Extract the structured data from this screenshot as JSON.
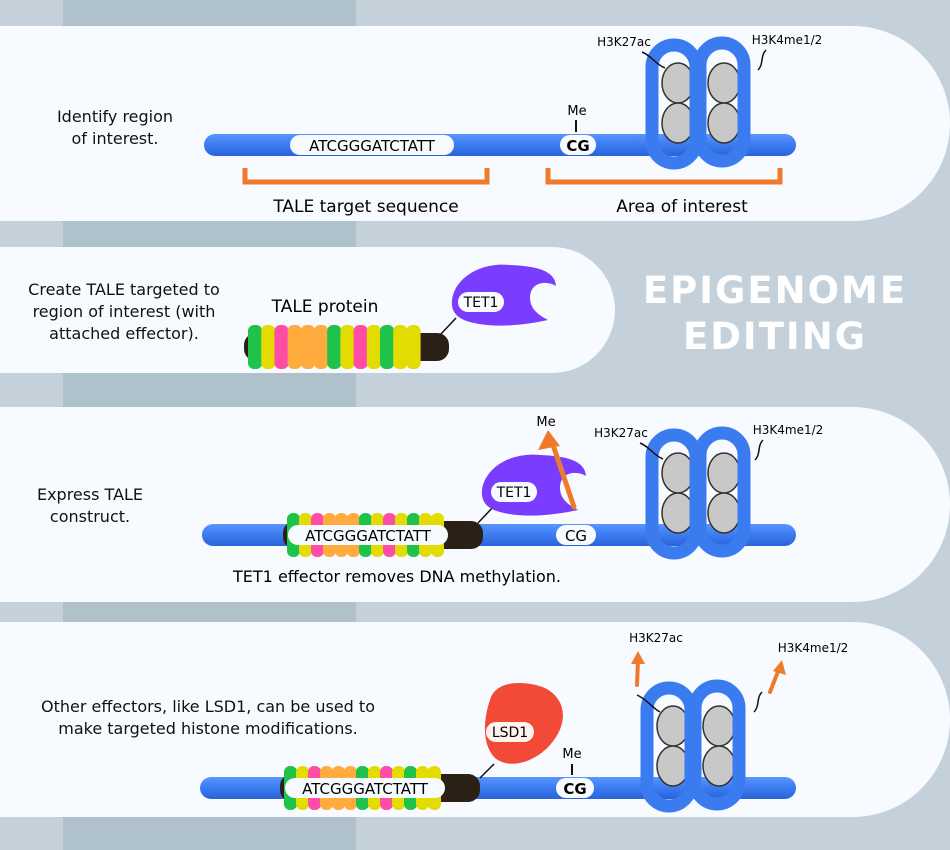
{
  "title": {
    "line1": "EPIGENOME",
    "line2": "EDITING"
  },
  "colors": {
    "background": "#c4d1da",
    "stripe": "#afc2cb",
    "panel": "#f7fbff",
    "dna": "#3b7bf0",
    "bracket": "#f07a2c",
    "tet1": "#7a3cff",
    "lsd1": "#f24a36",
    "tale_body": "#2a2015",
    "repeat_green": "#1fc24a",
    "repeat_yellow": "#e2dc00",
    "repeat_pink": "#ff4da6",
    "repeat_orange": "#ffab3d",
    "histone": "#c8c8c8",
    "arrow": "#f07a2c"
  },
  "steps": [
    {
      "caption_lines": [
        "Identify region",
        "of interest."
      ],
      "sequence": "ATCGGGATCTATT",
      "cg_label": "CG",
      "me_label": "Me",
      "mark_left": "H3K27ac",
      "mark_right": "H3K4me1/2",
      "bracket_left_label": "TALE target sequence",
      "bracket_right_label": "Area of interest"
    },
    {
      "caption_lines": [
        "Create TALE targeted to",
        "region of interest (with",
        "attached effector)."
      ],
      "protein_label": "TALE protein",
      "effector_label": "TET1",
      "repeat_colors": [
        "green",
        "yellow",
        "pink",
        "orange",
        "orange",
        "orange",
        "green",
        "yellow",
        "pink",
        "yellow",
        "green",
        "yellow",
        "yellow"
      ]
    },
    {
      "caption_lines": [
        "Express TALE",
        "construct."
      ],
      "sequence": "ATCGGGATCTATT",
      "effector_label": "TET1",
      "cg_label": "CG",
      "removed_label": "Me",
      "mark_left": "H3K27ac",
      "mark_right": "H3K4me1/2",
      "note": "TET1 effector removes DNA methylation."
    },
    {
      "caption_lines": [
        "Other effectors, like LSD1, can be used to",
        "make targeted histone modifications."
      ],
      "sequence": "ATCGGGATCTATT",
      "effector_label": "LSD1",
      "cg_label": "CG",
      "me_label": "Me",
      "mark_left": "H3K27ac",
      "mark_right": "H3K4me1/2"
    }
  ]
}
